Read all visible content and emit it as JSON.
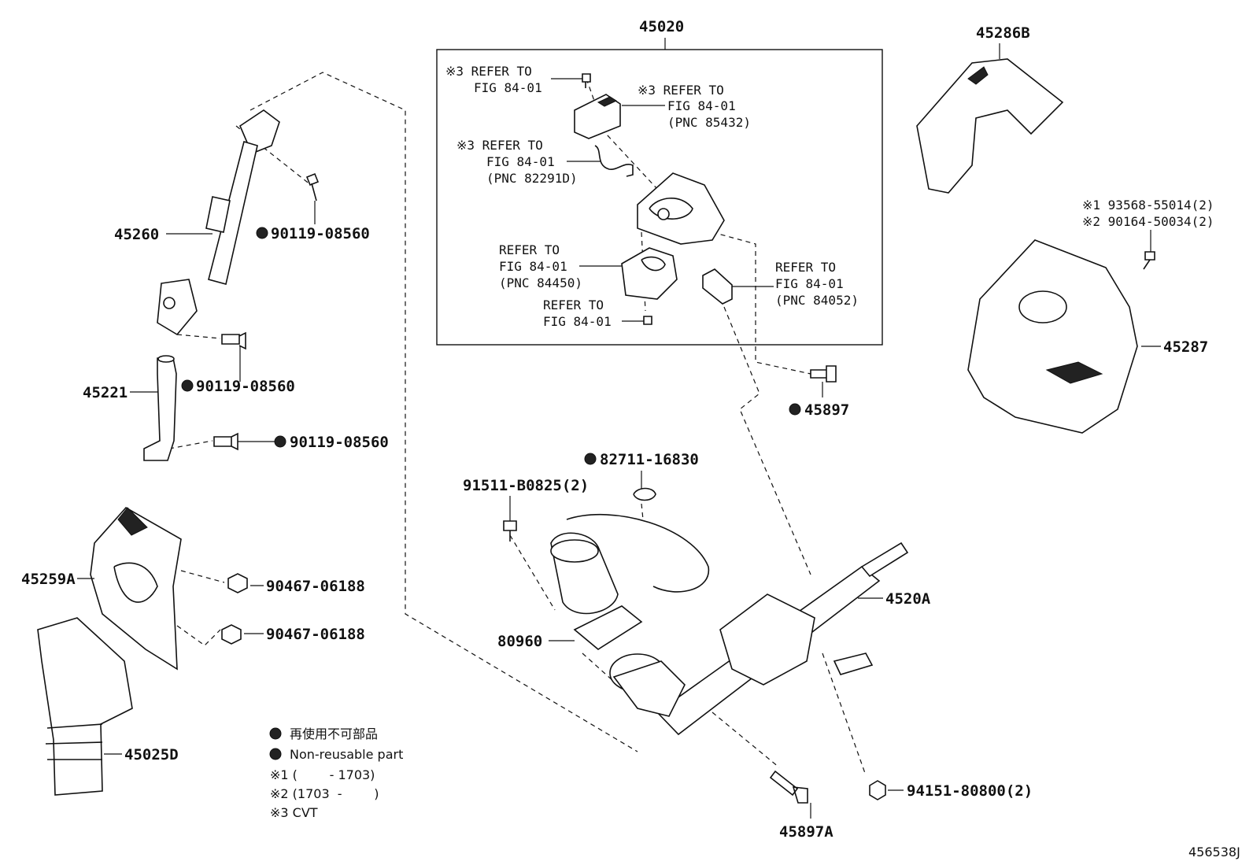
{
  "assembly": {
    "part_no": "45020",
    "notes": {
      "n1_mark": "※3 REFER TO",
      "n1_fig": "FIG 84-01",
      "n2_mark": "※3 REFER TO",
      "n2_fig": "FIG 84-01",
      "n2_pnc": "(PNC 85432)",
      "n3_mark": "※3 REFER TO",
      "n3_fig": "FIG 84-01",
      "n3_pnc": "(PNC 82291D)",
      "n4_mark": "REFER TO",
      "n4_fig": "FIG 84-01",
      "n4_pnc": "(PNC 84450)",
      "n5_mark": "REFER TO",
      "n5_fig": "FIG 84-01",
      "n6_mark": "REFER TO",
      "n6_fig": "FIG 84-01",
      "n6_pnc": "(PNC 84052)"
    }
  },
  "parts": {
    "p45260": "45260",
    "p90119_a": "90119-08560",
    "p90119_b": "90119-08560",
    "p90119_c": "90119-08560",
    "p45221": "45221",
    "p45259A": "45259A",
    "p90467_a": "90467-06188",
    "p90467_b": "90467-06188",
    "p45025D": "45025D",
    "p45286B": "45286B",
    "p93568": "※1 93568-55014(2)",
    "p90164": "※2 90164-50034(2)",
    "p45287": "45287",
    "p45897": "45897",
    "p82711": "82711-16830",
    "p91511": "91511-B0825(2)",
    "p80960": "80960",
    "p4520A": "4520A",
    "p45897A": "45897A",
    "p94151": "94151-80800(2)"
  },
  "legend": {
    "jp": "再使用不可部品",
    "en": "Non-reusable part",
    "l1": "※1 (        - 1703)",
    "l2": "※2 (1703  -        )",
    "l3": "※3 CVT"
  },
  "figure_id": "456538J"
}
